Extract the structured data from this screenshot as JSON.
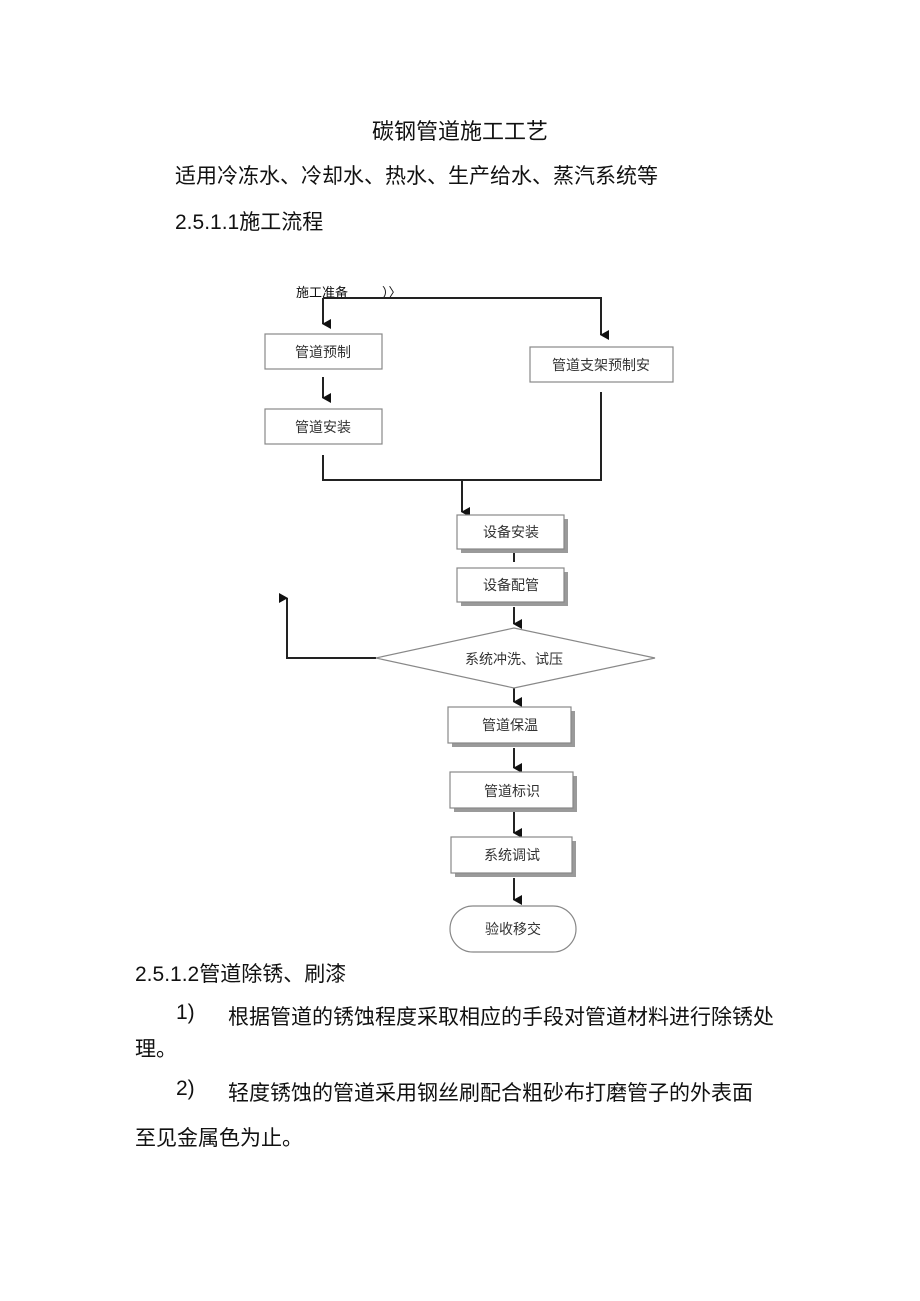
{
  "document": {
    "title": "碳钢管道施工工艺",
    "subtitle": "适用冷冻水、冷却水、热水、生产给水、蒸汽系统等",
    "section_flow": {
      "number": "2.5.1.1",
      "title": "施工流程"
    },
    "section_rust": {
      "number": "2.5.1.2",
      "title": "管道除锈、刷漆"
    },
    "paragraphs": [
      {
        "num": "1)",
        "line1": "根据管道的锈蚀程度采取相应的手段对管道材料进行除锈处",
        "line2": "理。"
      },
      {
        "num": "2)",
        "line1": "轻度锈蚀的管道采用钢丝刷配合粗砂布打磨管子的外表面",
        "line2": "至见金属色为止。"
      }
    ]
  },
  "flowchart": {
    "start_label": "施工准备",
    "start_marks": "）〉",
    "nodes": {
      "pipe_prefab": "管道预制",
      "support_prefab": "管道支架预制安",
      "pipe_install": "管道安装",
      "equip_install": "设备安装",
      "equip_piping": "设备配管",
      "flush_test": "系统冲洗、试压",
      "insulation": "管道保温",
      "marking": "管道标识",
      "commissioning": "系统调试",
      "acceptance": "验收移交"
    }
  }
}
